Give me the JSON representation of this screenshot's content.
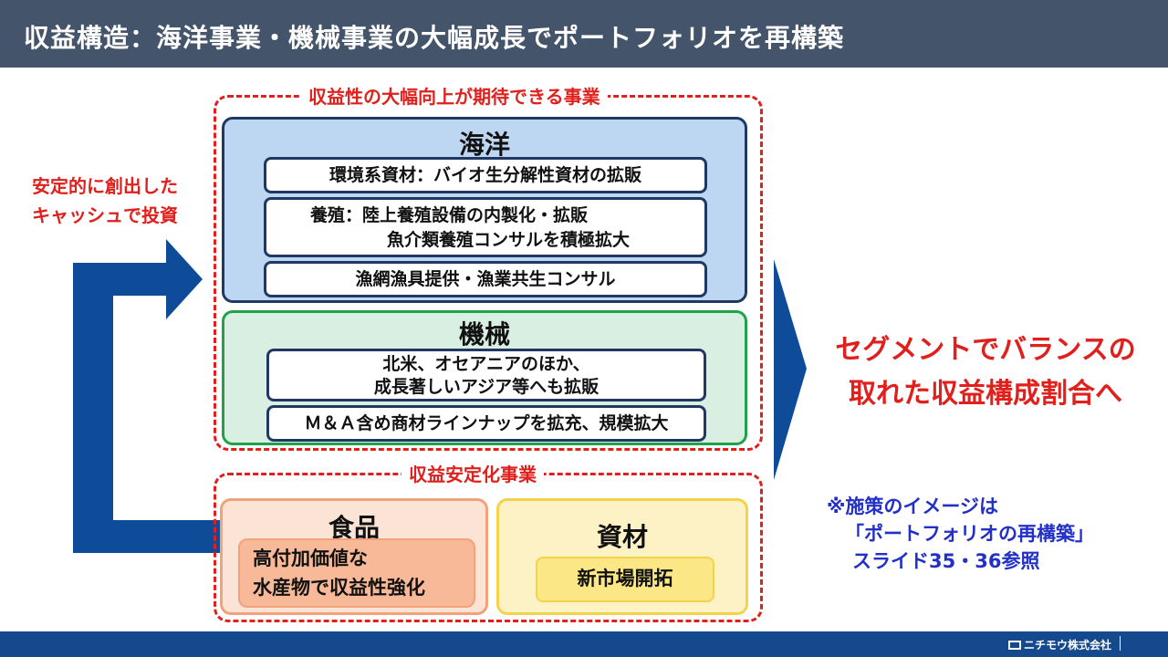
{
  "header": {
    "title": "収益構造：海洋事業・機械事業の大幅成長でポートフォリオを再構築"
  },
  "left_label": {
    "line1": "安定的に創出した",
    "line2": "キャッシュで投資"
  },
  "growth_group": {
    "label": "収益性の大幅向上が期待できる事業",
    "marine": {
      "title": "海洋",
      "items": [
        {
          "text": "環境系資材：バイオ生分解性資材の拡販"
        },
        {
          "line1": "養殖：陸上養殖設備の内製化・拡販",
          "line2": "魚介類養殖コンサルを積極拡大"
        },
        {
          "text": "漁網漁具提供・漁業共生コンサル"
        }
      ]
    },
    "machinery": {
      "title": "機械",
      "items": [
        {
          "line1": "北米、オセアニアのほか、",
          "line2": "成長著しいアジア等へも拡販"
        },
        {
          "text": "Ｍ＆Ａ含め商材ラインナップを拡充、規模拡大"
        }
      ]
    }
  },
  "stable_group": {
    "label": "収益安定化事業",
    "food": {
      "title": "食品",
      "line1": "高付加価値な",
      "line2": "水産物で収益性強化"
    },
    "materials": {
      "title": "資材",
      "item": "新市場開拓"
    }
  },
  "result": {
    "line1": "セグメントでバランスの",
    "line2": "取れた収益構成割合へ"
  },
  "note": {
    "line1": "※施策のイメージは",
    "line2": "「ポートフォリオの再構築」",
    "line3": "スライド35・36参照"
  },
  "footer": {
    "company": "ニチモウ株式会社"
  },
  "colors": {
    "header_bg": "#44546a",
    "accent_red": "#e0201c",
    "arrow_blue": "#0e4c9a",
    "marine_bg": "#bdd7f3",
    "marine_border": "#1f3864",
    "machinery_bg": "#d9efe2",
    "machinery_border": "#1fa24a",
    "food_bg": "#fbe3d6",
    "food_border": "#f2a27a",
    "materials_bg": "#fdf2c6",
    "materials_border": "#f4d24a",
    "note_blue": "#2330c8",
    "footer_bg": "#15498e"
  }
}
